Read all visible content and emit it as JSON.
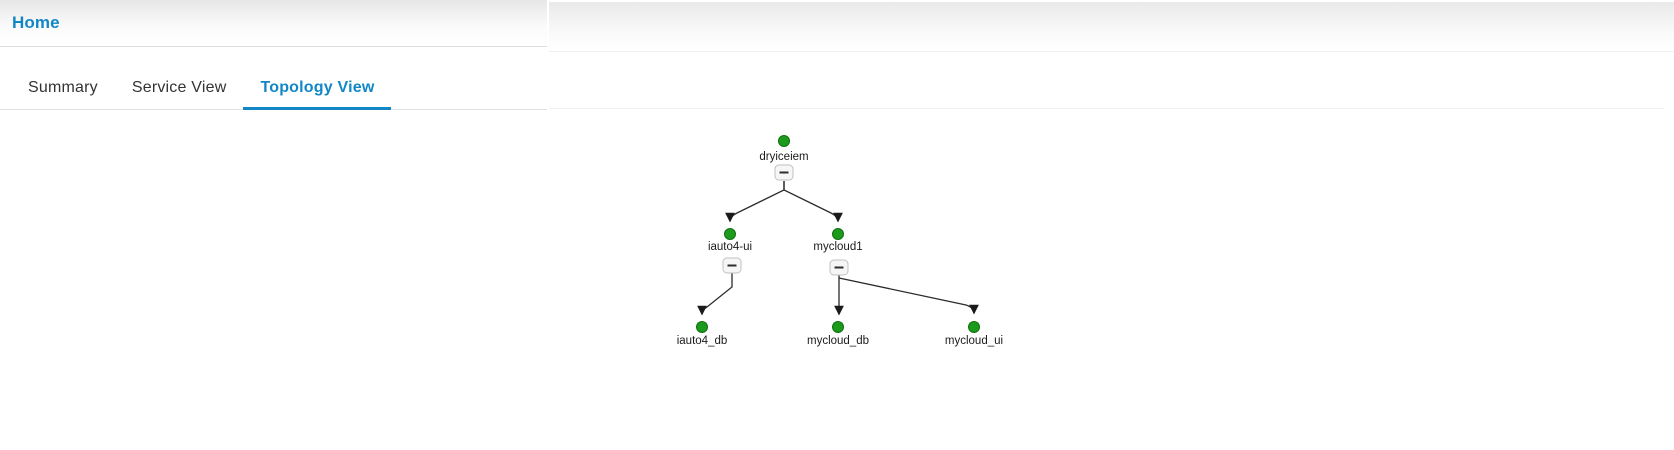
{
  "header": {
    "title": "Home"
  },
  "tabs": {
    "items": [
      {
        "label": "Summary",
        "active": false
      },
      {
        "label": "Service View",
        "active": false
      },
      {
        "label": "Topology View",
        "active": true
      }
    ]
  },
  "topology": {
    "nodes": [
      {
        "id": "dryiceiem",
        "label": "dryiceiem",
        "parent": null,
        "status": "green",
        "collapsible": true
      },
      {
        "id": "iauto4-ui",
        "label": "iauto4-ui",
        "parent": "dryiceiem",
        "status": "green",
        "collapsible": true
      },
      {
        "id": "mycloud1",
        "label": "mycloud1",
        "parent": "dryiceiem",
        "status": "green",
        "collapsible": true
      },
      {
        "id": "iauto4_db",
        "label": "iauto4_db",
        "parent": "iauto4-ui",
        "status": "green",
        "collapsible": false
      },
      {
        "id": "mycloud_db",
        "label": "mycloud_db",
        "parent": "mycloud1",
        "status": "green",
        "collapsible": false
      },
      {
        "id": "mycloud_ui",
        "label": "mycloud_ui",
        "parent": "mycloud1",
        "status": "green",
        "collapsible": false
      }
    ],
    "icons": {
      "status": "green-dot-icon",
      "collapse": "minus-icon"
    }
  },
  "colors": {
    "accent_blue": "#1287c6",
    "node_status_green": "#1b9a1b",
    "edge": "#2b2b2b",
    "header_gradient_top": "#e8e8e8"
  }
}
